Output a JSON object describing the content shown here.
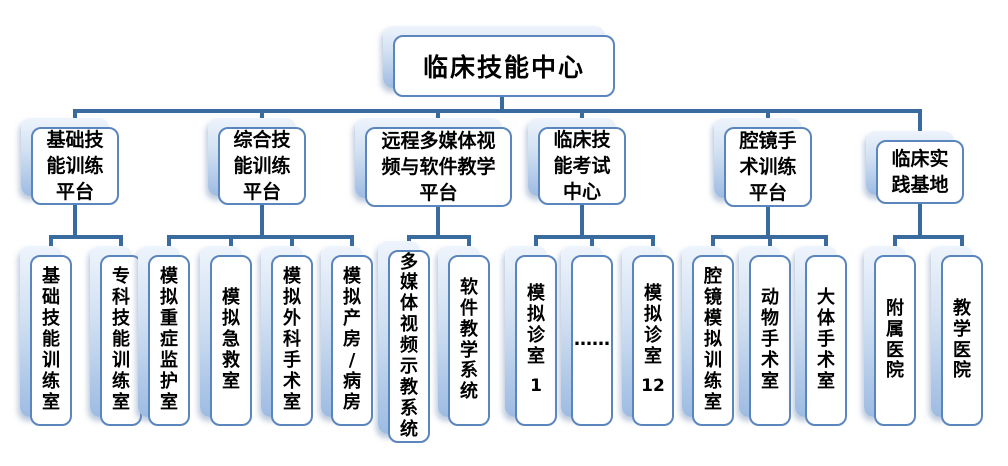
{
  "colors": {
    "background": "#ffffff",
    "box_border": "#5b86bd",
    "box_fill": "#ffffff",
    "shadow_top": "#eef4fc",
    "shadow_bottom": "#9dbbe2",
    "connector": "#3a6b9f",
    "text": "#000000"
  },
  "tree": {
    "root": {
      "label": "临床技能中心"
    },
    "branches": [
      {
        "label": "基础技能训练平台",
        "children": [
          "基础技能训练室",
          "专科技能训练室"
        ]
      },
      {
        "label": "综合技能训练平台",
        "children": [
          "模拟重症监护室",
          "模拟急救室",
          "模拟外科手术室",
          "模拟产房/病房"
        ]
      },
      {
        "label": "远程多媒体视频与软件教学平台",
        "children": [
          "多媒体视频示教系统",
          "软件教学系统"
        ]
      },
      {
        "label": "临床技能考试中心",
        "children": [
          "模拟诊室1",
          "……",
          "模拟诊室12"
        ]
      },
      {
        "label": "腔镜手术训练平台",
        "children": [
          "腔镜模拟训练室",
          "动物手术室",
          "大体手术室"
        ]
      },
      {
        "label": "临床实践基地",
        "children": [
          "附属医院",
          "教学医院"
        ]
      }
    ]
  }
}
